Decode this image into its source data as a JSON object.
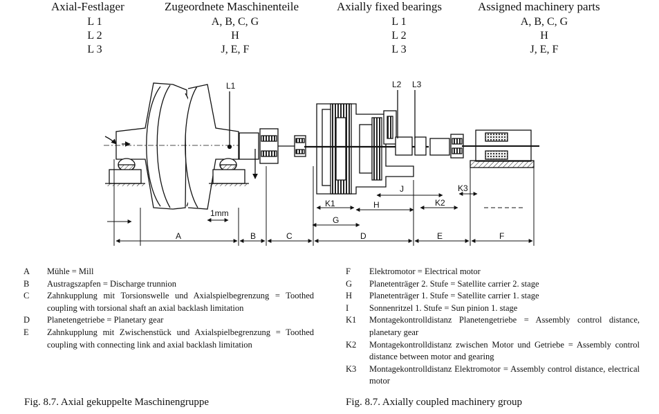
{
  "header": {
    "de_col1_title": "Axial-Festlager",
    "de_col2_title": "Zugeordnete Maschinenteile",
    "en_col1_title": "Axially fixed bearings",
    "en_col2_title": "Assigned machinery parts",
    "rows": [
      {
        "bearing": "L 1",
        "parts": "A, B, C, G"
      },
      {
        "bearing": "L 2",
        "parts": "H"
      },
      {
        "bearing": "L 3",
        "parts": "J, E, F"
      }
    ]
  },
  "diagram": {
    "labels": {
      "L1": "L1",
      "L2": "L2",
      "L3": "L3",
      "mm": "1mm",
      "K1": "K1",
      "K2": "K2",
      "K3": "K3",
      "G": "G",
      "H": "H",
      "J": "J",
      "A": "A",
      "B": "B",
      "C": "C",
      "D": "D",
      "E": "E",
      "F": "F"
    }
  },
  "legend_left": [
    {
      "key": "A",
      "text": "Mühle = Mill"
    },
    {
      "key": "B",
      "text": "Austragszapfen = Discharge trunnion"
    },
    {
      "key": "C",
      "text": "Zahnkupplung mit Torsionswelle und Axialspielbegrenzung = Toothed coupling with torsional shaft an axial backlash limitation"
    },
    {
      "key": "D",
      "text": "Planetengetriebe = Planetary gear"
    },
    {
      "key": "E",
      "text": "Zahnkupplung mit Zwischenstück und Axialspielbegrenzung = Toothed coupling with connecting link and axial backlash limitation"
    }
  ],
  "legend_right": [
    {
      "key": "F",
      "text": "Elektromotor = Electrical motor"
    },
    {
      "key": "G",
      "text": "Planetenträger 2. Stufe = Satellite carrier 2. stage"
    },
    {
      "key": "H",
      "text": "Planetenträger 1. Stufe = Satellite carrier 1. stage"
    },
    {
      "key": "I",
      "text": "Sonnenritzel 1. Stufe = Sun pinion 1. stage"
    },
    {
      "key": "K1",
      "text": "Montagekontrolldistanz Planetengetriebe = Assembly control distance, planetary gear"
    },
    {
      "key": "K2",
      "text": "Montagekontrolldistanz zwischen Motor und Getriebe = Assembly control distance between motor and gearing"
    },
    {
      "key": "K3",
      "text": "Montagekontrolldistanz Elektromotor = Assembly control distance, electrical motor"
    }
  ],
  "captions": {
    "de": "Fig. 8.7.   Axial gekuppelte Maschinengruppe",
    "en": "Fig. 8.7.   Axially coupled machinery group"
  }
}
